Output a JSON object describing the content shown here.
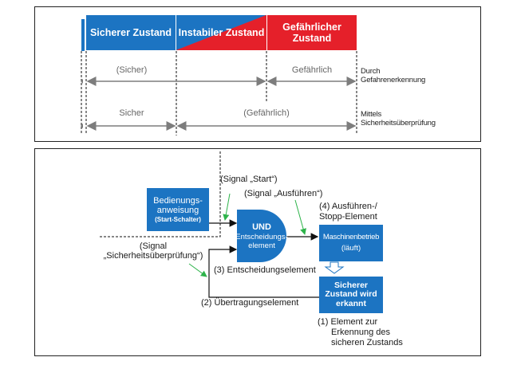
{
  "top_panel": {
    "states": [
      {
        "label": "Sicherer Zustand",
        "color": "#1c74c2"
      },
      {
        "label": "Instabiler Zustand",
        "colors": [
          "#1c74c2",
          "#e5202a"
        ]
      },
      {
        "label": "Gefährlicher Zustand",
        "line1": "Gefährlicher",
        "line2": "Zustand",
        "color": "#e5202a"
      }
    ],
    "rows": [
      {
        "left_label": "(Sicher)",
        "right_label": "Gefährlich",
        "method_line1": "Durch",
        "method_line2": "Gefahrenerkennung"
      },
      {
        "left_label": "Sicher",
        "right_label": "(Gefährlich)",
        "method_line1": "Mittels",
        "method_line2": "Sicherheitsüberprüfung"
      }
    ]
  },
  "bottom_panel": {
    "operating_instruction": {
      "line1": "Bedienungs-",
      "line2": "anweisung",
      "line3": "(Start-Schalter)"
    },
    "and_element": {
      "line1": "UND",
      "line2": "Entscheidungs-",
      "line3": "element"
    },
    "machine_box": {
      "line1": "Maschinenbetrieb",
      "line2": "(läuft)"
    },
    "safe_state_box": {
      "line1": "Sicherer",
      "line2": "Zustand wird",
      "line3": "erkannt"
    },
    "signal_start": "(Signal „Start“)",
    "signal_execute": "(Signal „Ausführen“)",
    "signal_check_line1": "(Signal",
    "signal_check_line2": "„Sicherheitsüberprüfung“)",
    "label_4_line1": "(4) Ausführen-/",
    "label_4_line2": "Stopp-Element",
    "label_3": "(3) Entscheidungselement",
    "label_2": "(2) Übertragungselement",
    "label_1_line1": "(1) Element zur",
    "label_1_line2": "Erkennung des",
    "label_1_line3": "sicheren Zustands",
    "colors": {
      "box": "#1c74c2",
      "signal_arrow": "#2db34a",
      "line": "#111111"
    }
  }
}
